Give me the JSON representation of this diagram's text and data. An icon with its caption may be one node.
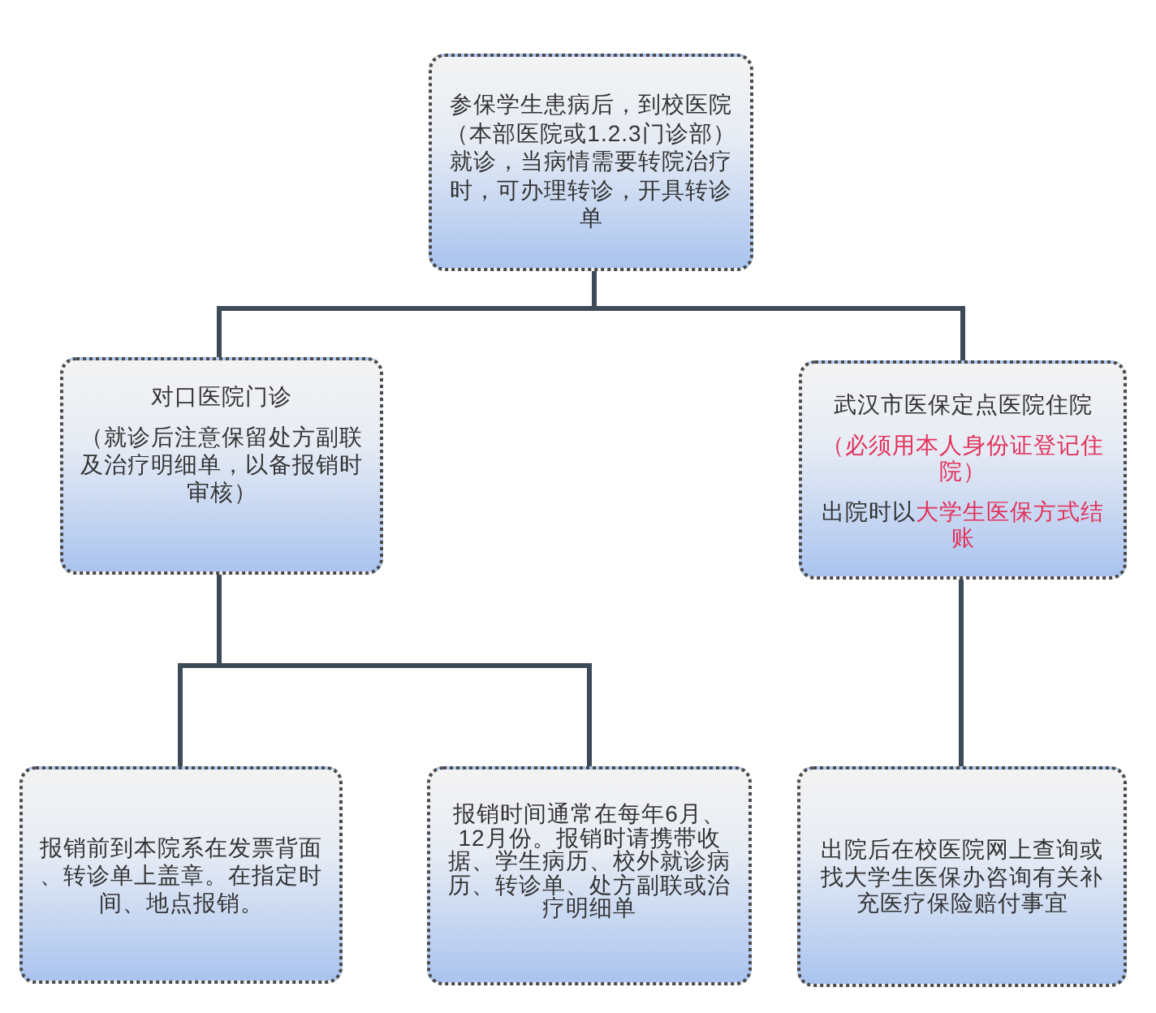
{
  "diagram": {
    "nodes": [
      {
        "text": [
          "参保学生患病后，到校医院（本部医院或1.2.3门诊部）就诊，当病情需要转院治疗时，可办理转诊，开具转诊单"
        ]
      },
      {
        "text": [
          "对口医院门诊",
          "（就诊后注意保留处方副联及治疗明细单，以备报销时审核）"
        ]
      },
      {
        "text": [
          "武汉市医保定点医院住院",
          "（必须用本人身份证登记住院）",
          "出院时以**大学生医保方式结账**"
        ]
      },
      {
        "text": [
          "报销前到本院系在发票背面、转诊单上盖章。在指定时间、地点报销。"
        ]
      },
      {
        "text": [
          "报销时间通常在每年6月、12月份。报销时请携带收据、学生病历、校外就诊病历、转诊单、处方副联或治疗明细单"
        ]
      },
      {
        "text": [
          "出院后在校医院网上查询或找大学生医保办咨询有关补充医疗保险赔付事宜"
        ]
      }
    ],
    "edges": [
      {
        "from": 0,
        "to": 1,
        "arrow": "none"
      },
      {
        "from": 0,
        "to": 2,
        "arrow": "none"
      },
      {
        "from": 1,
        "to": 3,
        "arrow": "none"
      },
      {
        "from": 1,
        "to": 4,
        "arrow": "none"
      },
      {
        "from": 2,
        "to": 5,
        "arrow": "none"
      }
    ]
  }
}
